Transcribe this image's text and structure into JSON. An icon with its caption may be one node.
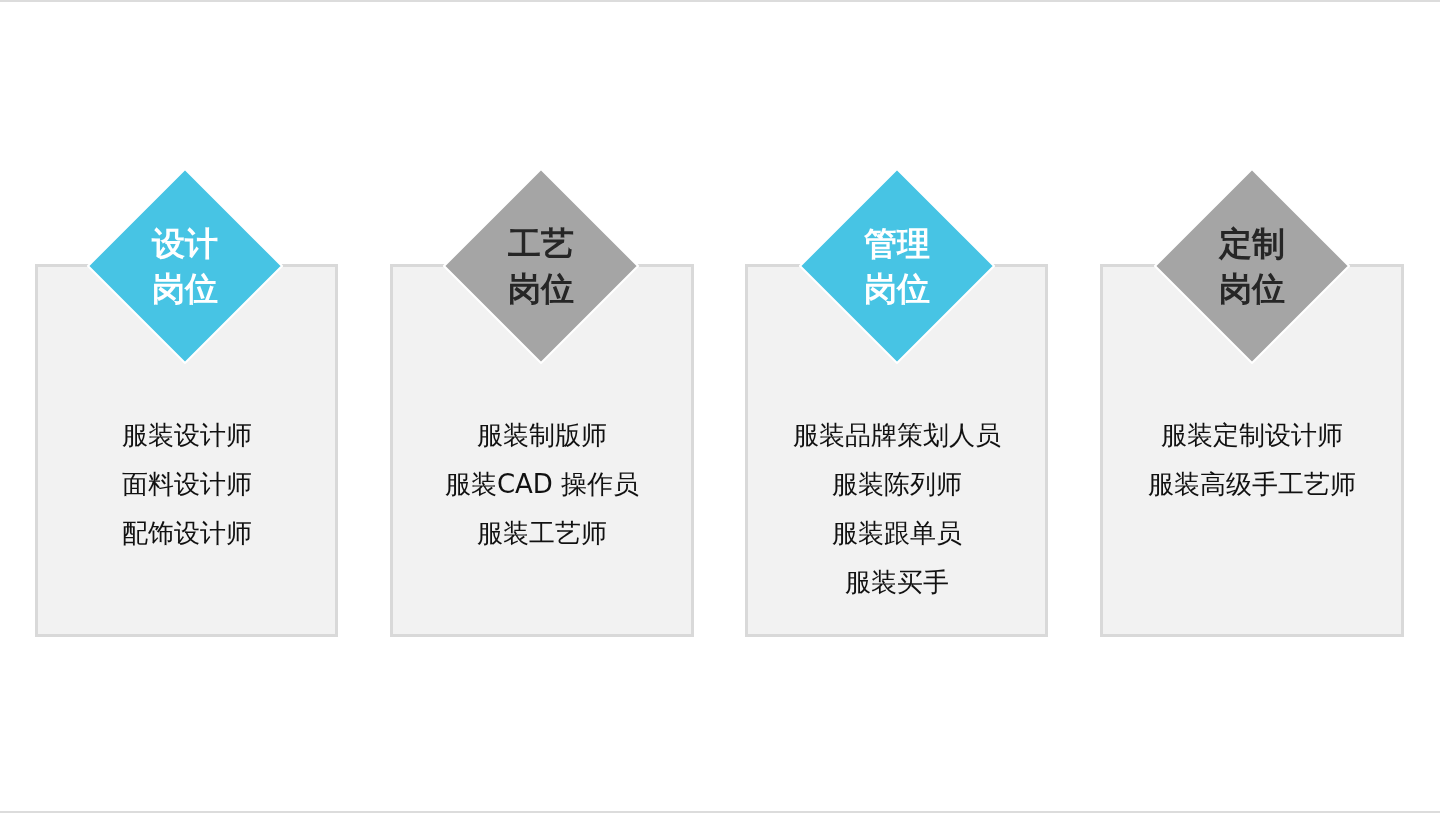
{
  "diagram": {
    "nodes": [
      {
        "text": [
          "设计岗位"
        ]
      },
      {
        "text": [
          "服装设计师",
          "面料设计师",
          "配饰设计师"
        ]
      },
      {
        "text": [
          "工艺岗位"
        ]
      },
      {
        "text": [
          "服装制版师",
          "服装CAD 操作员",
          "服装工艺师"
        ]
      },
      {
        "text": [
          "管理岗位"
        ]
      },
      {
        "text": [
          "服装品牌策划人员",
          "服装陈列师",
          "服装跟单员",
          "服装买手"
        ]
      },
      {
        "text": [
          "定制岗位"
        ]
      },
      {
        "text": [
          "服装定制设计师",
          "服装高级手工艺师"
        ]
      }
    ]
  }
}
